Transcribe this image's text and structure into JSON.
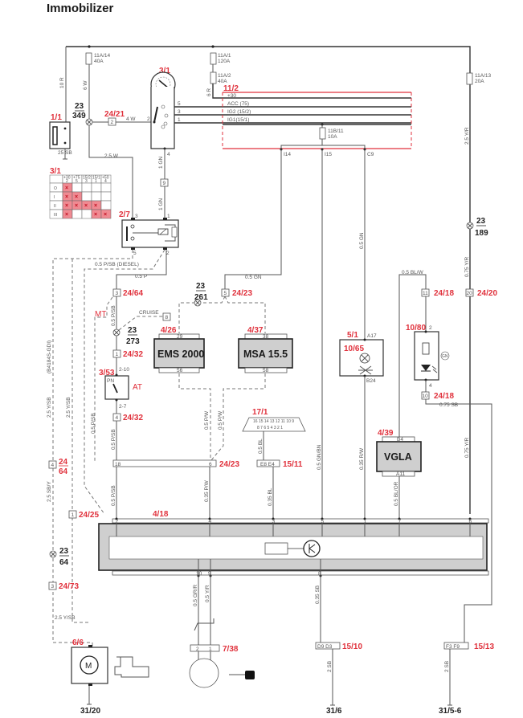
{
  "title": "Immobilizer",
  "fuses": [
    {
      "id": "11A/14",
      "rating": "40A"
    },
    {
      "id": "11A/1",
      "rating": "120A"
    },
    {
      "id": "11A/2",
      "rating": "40A"
    },
    {
      "id": "11A/13",
      "rating": "20A"
    },
    {
      "id": "11B/11",
      "rating": "10A"
    }
  ],
  "components": {
    "battery": {
      "ref": "1/1",
      "wire": "25 SB"
    },
    "ignition_switch": {
      "ref": "3/1",
      "pins": [
        "5",
        "3",
        "1",
        "2",
        "4"
      ]
    },
    "bus_11_2": {
      "ref": "11/2",
      "lines": [
        "+30",
        "ACC (75)",
        "IG2 (15/2)",
        "IG1(15/1)"
      ],
      "pins": [
        "I14",
        "I15",
        "C9"
      ]
    },
    "relay": {
      "ref": "2/7",
      "pins": [
        "3",
        "1",
        "5",
        "2"
      ]
    },
    "ems": {
      "ref": "4/26",
      "label": "EMS 2000",
      "pin_top": "29",
      "pin_bottom": "56"
    },
    "msa": {
      "ref": "4/37",
      "label": "MSA 15.5",
      "pin_top": "38",
      "pin_bottom": "58"
    },
    "lamp": {
      "ref1": "5/1",
      "ref2": "10/65",
      "pin_top": "A17",
      "pin_bottom": "B24"
    },
    "led": {
      "ref": "10/80",
      "pin_top": "2",
      "pin_bottom": "4",
      "color_code": "GN"
    },
    "vgla": {
      "ref": "4/39",
      "label": "VGLA",
      "pin_top": "B4",
      "pin_bottom": "A11"
    },
    "diag": {
      "ref": "17/1",
      "row1": "16 15 14 13 12 11 10 9",
      "row2": "8 7 6 5 4 3 2 1"
    },
    "gear_switch": {
      "ref": "3/53",
      "label": "PN",
      "pin_top": "2-10",
      "pin_bottom": "2-7",
      "variant": "AT"
    },
    "control_module": {
      "ref": "4/18",
      "pins_top": [
        "2",
        "4",
        "3",
        "5",
        "1",
        "7",
        "6"
      ],
      "pins_bottom": [
        "10",
        "9",
        "8"
      ]
    },
    "starter": {
      "ref": "6/6",
      "symbol": "M",
      "ground": "31/20"
    },
    "antenna": {
      "ref": "7/38",
      "pins": [
        "2",
        "1"
      ]
    },
    "ground1": {
      "ref": "15/10",
      "pins": "D9  D3",
      "wire": "2 SB",
      "ground": "31/6"
    },
    "ground2": {
      "ref": "15/13",
      "pins": "F3  F9",
      "wire": "2 SB",
      "ground": "31/5-6"
    },
    "e8e4": {
      "ref": "15/11",
      "pins": "E8 E4"
    }
  },
  "splices": [
    {
      "a": "23",
      "b": "349"
    },
    {
      "a": "23",
      "b": "261"
    },
    {
      "a": "23",
      "b": "273"
    },
    {
      "a": "23",
      "b": "189"
    },
    {
      "a": "23",
      "b": "64"
    }
  ],
  "connectors": [
    {
      "pin": "2",
      "ref": "24/21"
    },
    {
      "pin": "9",
      "ref": ""
    },
    {
      "pin": "3",
      "ref": "24/64"
    },
    {
      "pin": "5",
      "ref": "24/23"
    },
    {
      "pin": "8",
      "ref": "CRUISE"
    },
    {
      "pin": "1",
      "ref": "24/32"
    },
    {
      "pin": "4",
      "ref": "24/32"
    },
    {
      "pin": "11",
      "ref": "24/18"
    },
    {
      "pin": "20",
      "ref": "24/20"
    },
    {
      "pin": "10",
      "ref": "24/18"
    },
    {
      "pin": "4",
      "ref": "24/64"
    },
    {
      "pin": "1",
      "ref": "24/25"
    },
    {
      "pin": "3",
      "ref": "24/73"
    },
    {
      "pin": "18",
      "pin2": "6",
      "ref": "24/23"
    }
  ],
  "wires": {
    "w10r": "10 R",
    "w6w": "6 W",
    "w4w": "4 W",
    "w6r": "6 R",
    "w25w": "2.5 W",
    "w1gn_a": "1 GN",
    "w1gn_b": "1 GN",
    "w25yr": "2.5 Y/R",
    "w05gn": "0.5 GN",
    "w075yr_top": "0.75 Y/R",
    "w05psb_diesel": "0.5 P/SB (DIESEL)",
    "w05p": "0.5 P",
    "w05gn2": "0.5 GN",
    "w05blw": "0.5 BL/W",
    "w05psb_mt": "0.5 P/SB",
    "w05psb_at": "0.5 P/SB",
    "w05psb_b": "0.5 P/SB",
    "w05psb_c": "0.5 P/SB",
    "w05pw_a": "0.5 P/W",
    "w05pw_b": "0.5 P/W",
    "w035pw": "0.35 P/W",
    "w05bl": "0.5 BL",
    "w035bl": "0.35 BL",
    "w05gnbn": "0.5 GN/BN",
    "w035rw": "0.35 R/W",
    "w05blor": "0.5 BL/OR",
    "w075yr": "0.75 Y/R",
    "w075sb": "0.75 SB",
    "w25ysb_a": "2.5 Y/SB",
    "w25ysb_b": "2.5 Y/SB",
    "w25ysb_c": "2.5 Y/SB",
    "w25sby": "2.5 SB/Y",
    "b4184": "(B4184S-GDI)",
    "w05grr": "0.5 GR/R",
    "w05yr": "0.5 Y/R",
    "w035sb": "0.35 SB",
    "mt": "MT",
    "at": "AT"
  },
  "switch_table": {
    "ref": "3/1",
    "columns": [
      "+30\n2",
      "+75\n5",
      "15/2\n3",
      "15/1\n1",
      "+50\n4"
    ],
    "rows": [
      {
        "pos": "O",
        "on": [
          1,
          0,
          0,
          0,
          0
        ]
      },
      {
        "pos": "I",
        "on": [
          1,
          1,
          0,
          0,
          0
        ]
      },
      {
        "pos": "II",
        "on": [
          1,
          1,
          1,
          1,
          0
        ]
      },
      {
        "pos": "III",
        "on": [
          1,
          0,
          0,
          1,
          1
        ]
      }
    ]
  }
}
